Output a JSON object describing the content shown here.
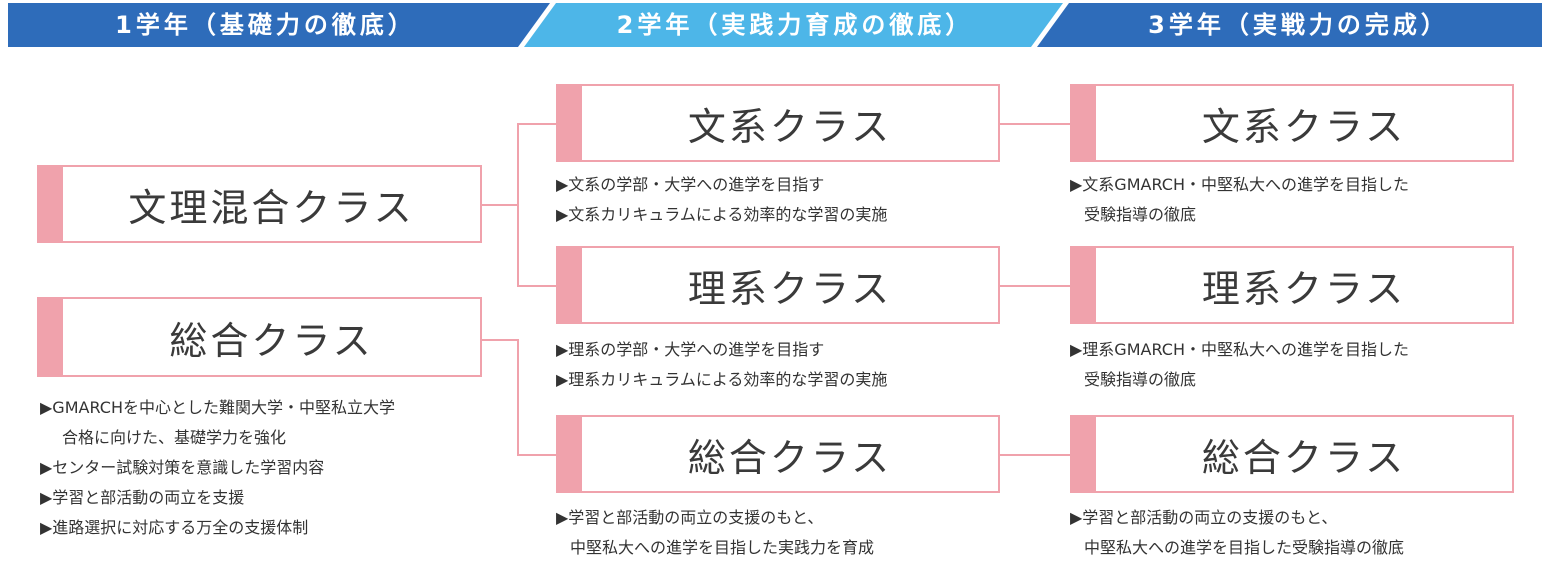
{
  "headers": [
    {
      "label": "1学年（基礎力の徹底）",
      "color": "#2e6cba"
    },
    {
      "label": "2学年（実践力育成の徹底）",
      "color": "#4db6e8"
    },
    {
      "label": "3学年（実戦力の完成）",
      "color": "#2e6cba"
    }
  ],
  "colors": {
    "box_accent": "#f0a2ac",
    "connector": "#f0a2ac"
  },
  "year1": {
    "mixed_class": {
      "title": "文理混合クラス"
    },
    "general_class": {
      "title": "総合クラス",
      "desc": [
        "▶GMARCHを中心とした難関大学・中堅私立大学",
        "合格に向けた、基礎学力を強化",
        "▶センター試験対策を意識した学習内容",
        "▶学習と部活動の両立を支援",
        "▶進路選択に対応する万全の支援体制"
      ]
    }
  },
  "year2": {
    "humanities": {
      "title": "文系クラス",
      "desc": [
        "▶文系の学部・大学への進学を目指す",
        "▶文系カリキュラムによる効率的な学習の実施"
      ]
    },
    "science": {
      "title": "理系クラス",
      "desc": [
        "▶理系の学部・大学への進学を目指す",
        "▶理系カリキュラムによる効率的な学習の実施"
      ]
    },
    "general": {
      "title": "総合クラス",
      "desc": [
        "▶学習と部活動の両立の支援のもと、",
        "中堅私大への進学を目指した実践力を育成"
      ]
    }
  },
  "year3": {
    "humanities": {
      "title": "文系クラス",
      "desc": [
        "▶文系GMARCH・中堅私大への進学を目指した",
        "受験指導の徹底"
      ]
    },
    "science": {
      "title": "理系クラス",
      "desc": [
        "▶理系GMARCH・中堅私大への進学を目指した",
        "受験指導の徹底"
      ]
    },
    "general": {
      "title": "総合クラス",
      "desc": [
        "▶学習と部活動の両立の支援のもと、",
        "中堅私大への進学を目指した受験指導の徹底"
      ]
    }
  }
}
